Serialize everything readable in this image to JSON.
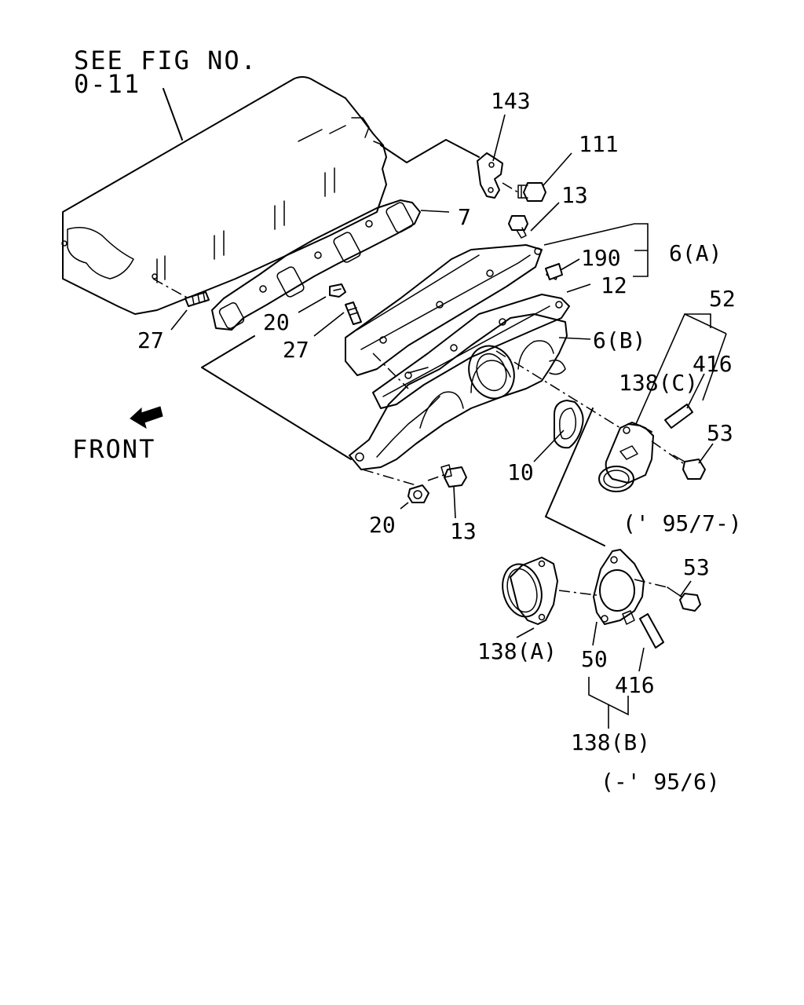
{
  "reference": {
    "line1": "SEE FIG NO.",
    "line2": "0-11"
  },
  "front_label": "FRONT",
  "callouts": {
    "c143": "143",
    "c111": "111",
    "c13_top": "13",
    "c7": "7",
    "c6a": "6(A)",
    "c190": "190",
    "c12": "12",
    "c6b": "6(B)",
    "c52": "52",
    "c416_top": "416",
    "c138c": "138(C)",
    "c53_top": "53",
    "c27_left": "27",
    "c20_mid": "20",
    "c27_mid": "27",
    "c10": "10",
    "c20_bottom": "20",
    "c13_bottom": "13",
    "c53_bottom": "53",
    "c138a": "138(A)",
    "c50": "50",
    "c416_bottom": "416",
    "c138b": "138(B)"
  },
  "date_notes": {
    "from_95_7": "(' 95/7-)",
    "to_95_6": "(-' 95/6)"
  }
}
